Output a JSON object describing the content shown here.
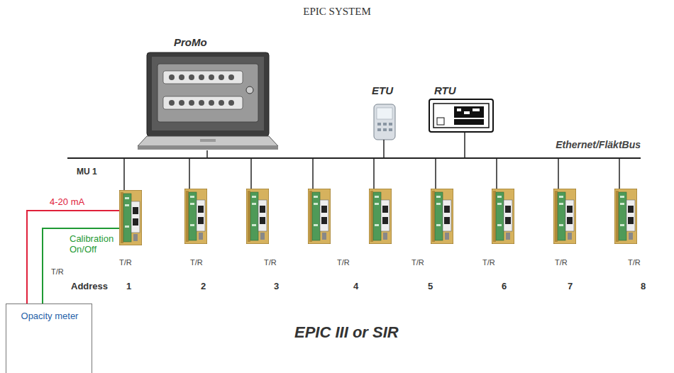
{
  "diagram": {
    "title": "EPIC SYSTEM",
    "nodes": [
      {
        "text": [
          "ProMo"
        ]
      },
      {
        "text": [
          "ETU"
        ]
      },
      {
        "text": [
          "RTU"
        ]
      },
      {
        "text": [
          "Ethernet/FläktBus"
        ]
      },
      {
        "text": [
          "MU 1"
        ]
      },
      {
        "text": [
          "Opacity meter"
        ]
      }
    ],
    "edges": [
      {
        "from": 0,
        "to": 3,
        "arrow": "none"
      },
      {
        "from": 1,
        "to": 3,
        "arrow": "none"
      },
      {
        "from": 2,
        "to": 3,
        "arrow": "none"
      },
      {
        "from": 4,
        "to": 3,
        "arrow": "none"
      },
      {
        "from": 5,
        "to": 4,
        "label": "4-20 mA",
        "arrow": "none"
      },
      {
        "from": 5,
        "to": 4,
        "label": "Calibration On/Off",
        "arrow": "none"
      }
    ],
    "labels": [
      "T/R",
      "T/R",
      "T/R",
      "T/R",
      "T/R",
      "T/R",
      "T/R",
      "T/R",
      "T/R",
      "Address",
      "1",
      "2",
      "3",
      "4",
      "5",
      "6",
      "7",
      "8",
      "EPIC III or SIR"
    ]
  }
}
